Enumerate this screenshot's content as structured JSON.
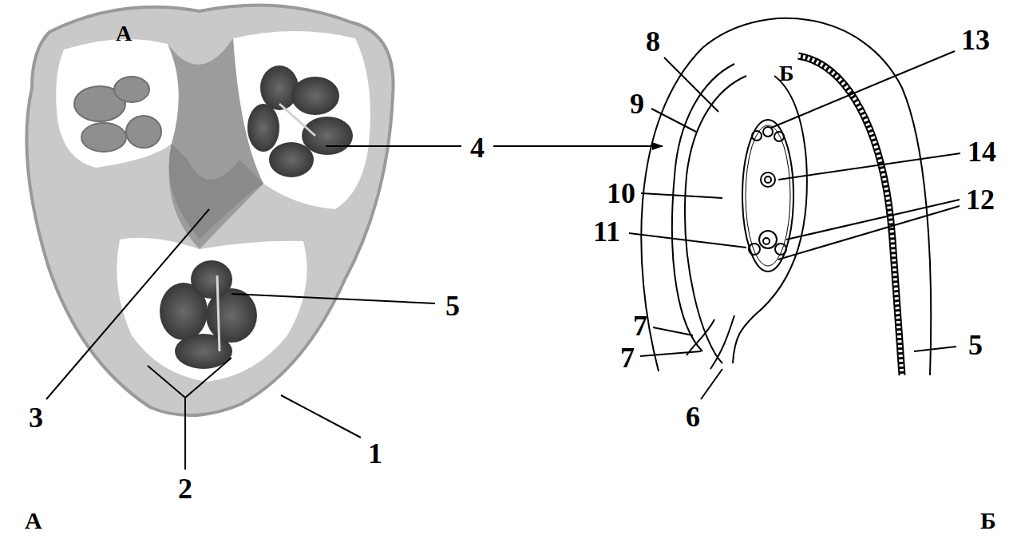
{
  "diagram": {
    "labels": [
      "А",
      "4",
      "5",
      "3",
      "1",
      "2",
      "А",
      "8",
      "13",
      "9",
      "Б",
      "14",
      "10",
      "12",
      "11",
      "7",
      "5",
      "7",
      "6",
      "Б"
    ]
  }
}
